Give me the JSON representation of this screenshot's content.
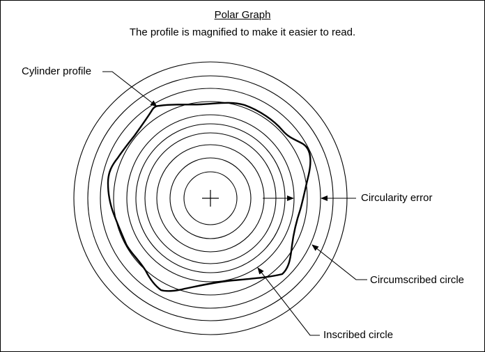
{
  "title": "Polar Graph",
  "subtitle": "The profile is magnified to make it easier to read.",
  "labels": {
    "cylinder_profile": "Cylinder profile",
    "circularity_error": "Circularity error",
    "circumscribed_circle": "Circumscribed circle",
    "inscribed_circle": "Inscribed circle"
  },
  "colors": {
    "line": "#000000",
    "background": "#ffffff"
  }
}
